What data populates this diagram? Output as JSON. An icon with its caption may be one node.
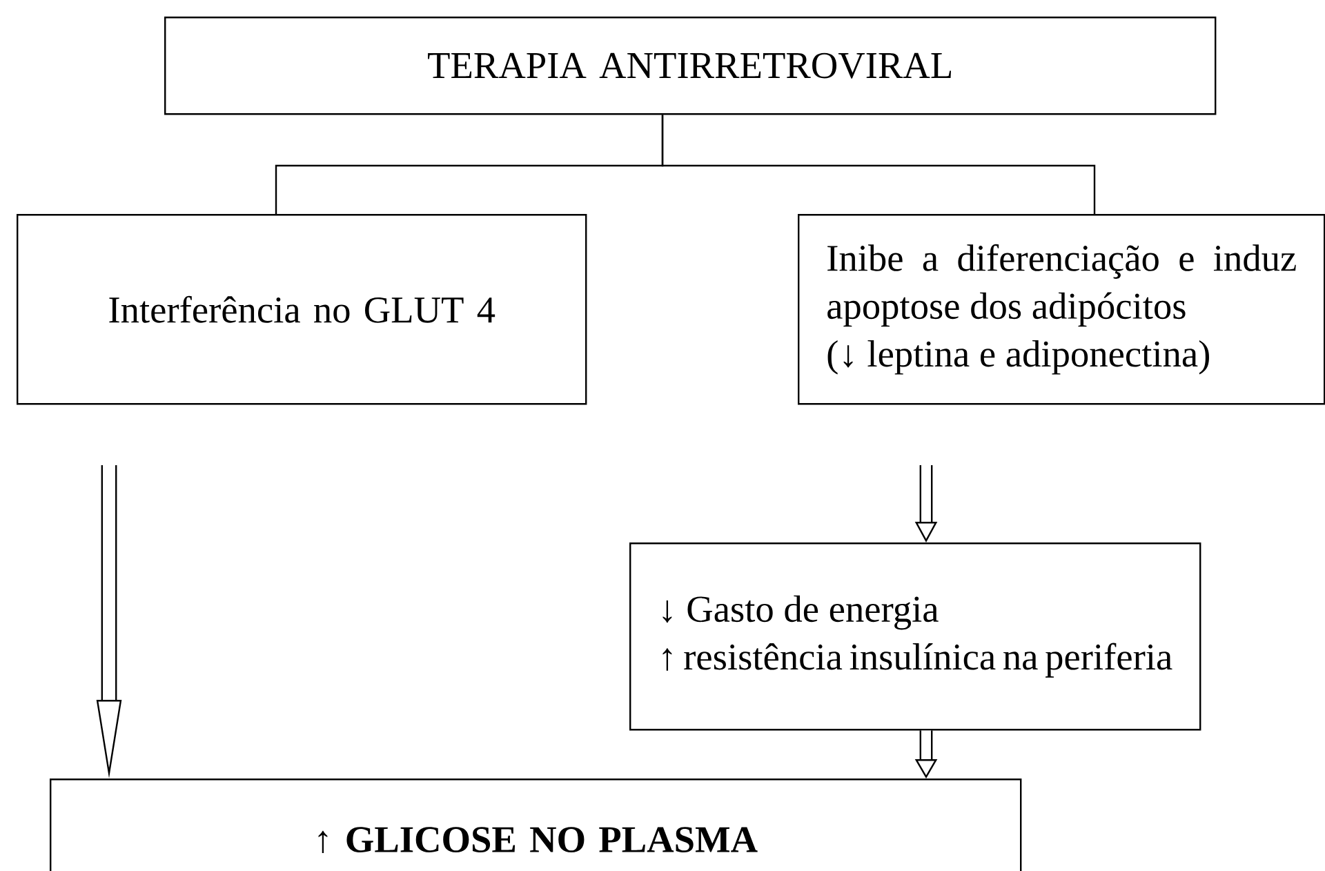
{
  "diagram": {
    "nodes": [
      {
        "text": [
          "TERAPIA ANTIRRETROVIRAL"
        ]
      },
      {
        "text": [
          "Interferência no GLUT 4"
        ]
      },
      {
        "text": [
          "Inibe a diferenciação e induz apoptose dos adipócitos",
          "(↓ leptina e adiponectina)"
        ]
      },
      {
        "text": [
          "↓ Gasto de energia",
          "↑ resistência insulínica na periferia"
        ]
      },
      {
        "text": [
          "↑ GLICOSE NO PLASMA"
        ]
      }
    ],
    "edges": [
      {
        "from": 0,
        "to": 1,
        "arrow": "none"
      },
      {
        "from": 0,
        "to": 2,
        "arrow": "none"
      },
      {
        "from": null,
        "to": 4,
        "arrow": "to"
      },
      {
        "from": null,
        "to": 3,
        "arrow": "to"
      },
      {
        "from": 3,
        "to": 4,
        "arrow": "to"
      }
    ]
  }
}
